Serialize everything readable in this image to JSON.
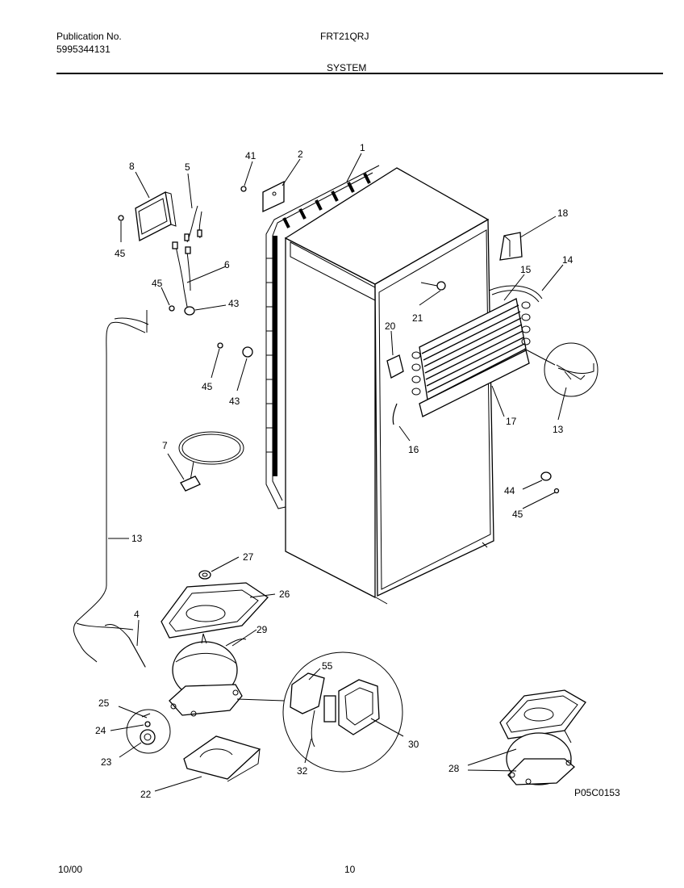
{
  "header": {
    "publication_label": "Publication No.",
    "publication_number": "5995344131",
    "model": "FRT21QRJ",
    "section": "SYSTEM"
  },
  "footer": {
    "date": "10/00",
    "page": "10"
  },
  "figure": {
    "code": "P05C0153",
    "callouts": {
      "c1": "1",
      "c2": "2",
      "c41": "41",
      "c8": "8",
      "c5": "5",
      "c45a": "45",
      "c6": "6",
      "c45b": "45",
      "c43a": "43",
      "c45c": "45",
      "c43b": "43",
      "c18": "18",
      "c14": "14",
      "c15": "15",
      "c21": "21",
      "c20": "20",
      "c13a": "13",
      "c17": "17",
      "c16": "16",
      "c7": "7",
      "c13b": "13",
      "c44": "44",
      "c45d": "45",
      "c27": "27",
      "c26": "26",
      "c29": "29",
      "c4": "4",
      "c55": "55",
      "c25": "25",
      "c24": "24",
      "c23": "23",
      "c30": "30",
      "c32": "32",
      "c22": "22",
      "c28": "28"
    }
  }
}
